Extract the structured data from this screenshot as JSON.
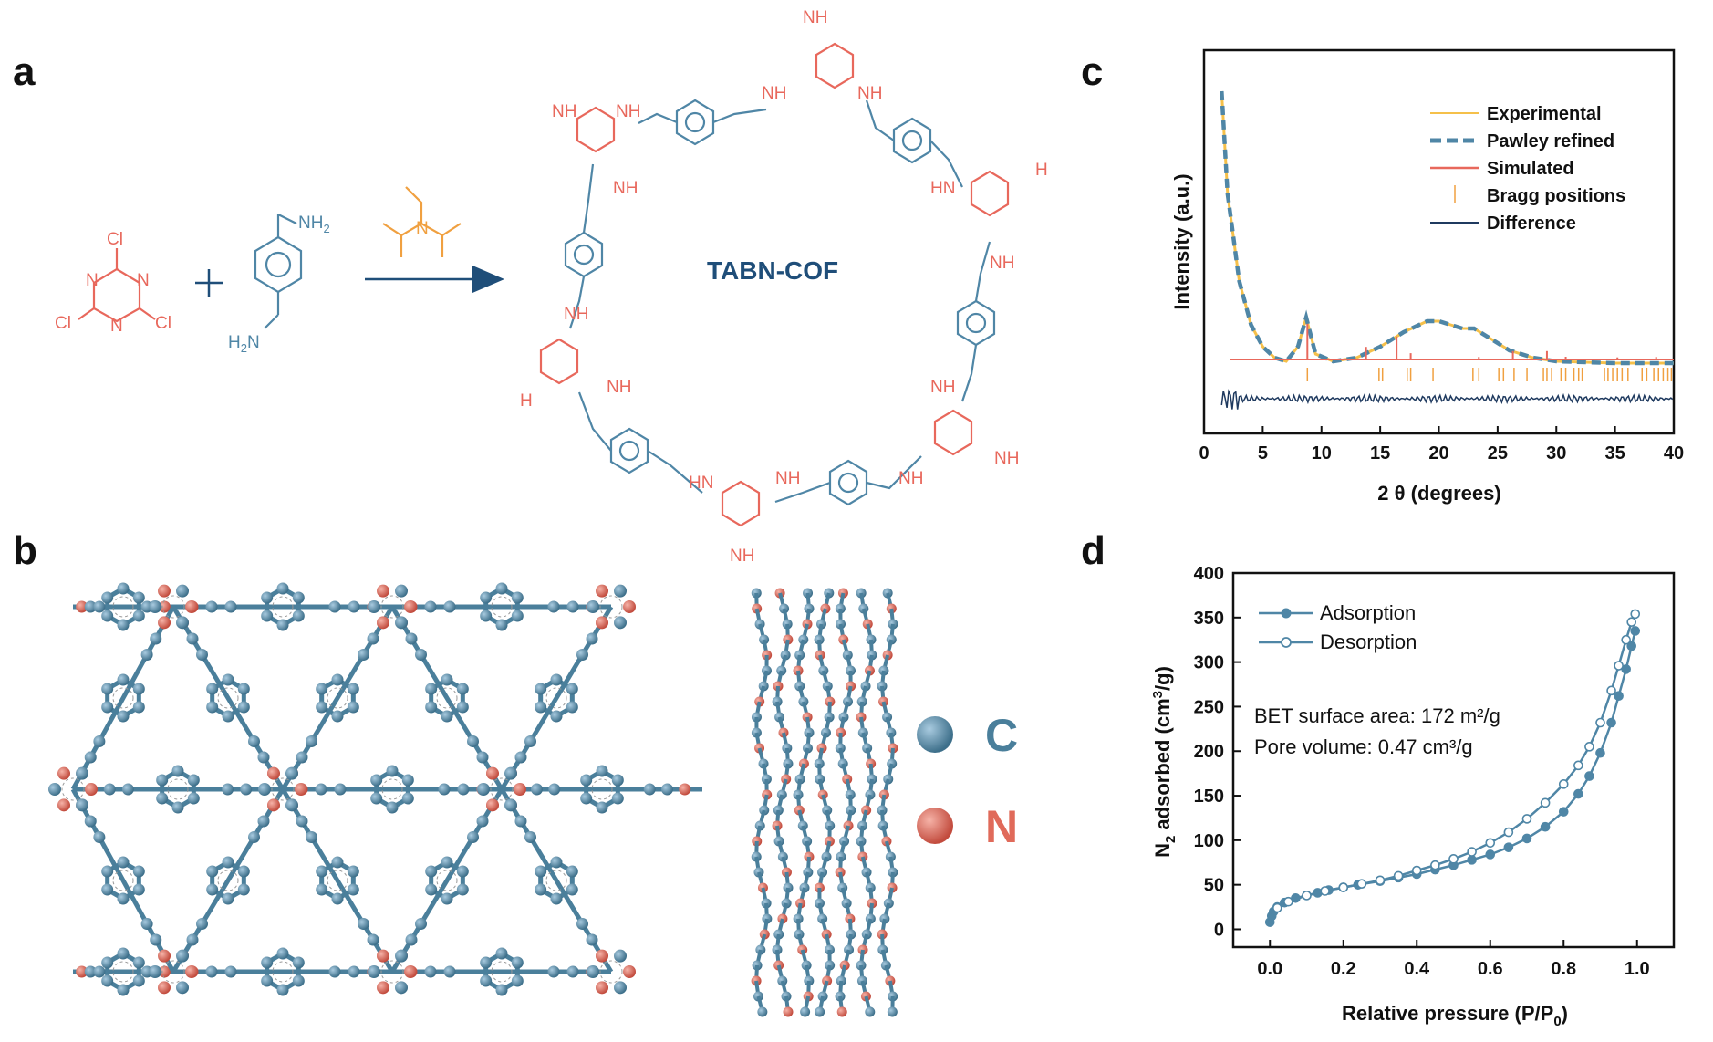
{
  "panels": {
    "a": {
      "letter": "a",
      "cof_label": "TABN-COF",
      "atoms": {
        "cl": "Cl",
        "n": "N",
        "nh2": "NH",
        "h2n": "H",
        "sub2": "2",
        "nh": "NH",
        "hn": "HN",
        "h": "H"
      }
    },
    "b": {
      "letter": "b",
      "legend": [
        {
          "symbol": "C",
          "color": "#4a7f9b"
        },
        {
          "symbol": "N",
          "color": "#e06a5a"
        }
      ]
    },
    "c": {
      "letter": "c"
    },
    "d": {
      "letter": "d"
    }
  },
  "colors": {
    "accent_blue": "#4f86a6",
    "accent_red": "#e8685c",
    "orange": "#f0a040",
    "navy": "#1f4e79"
  },
  "chart_data": [
    {
      "id": "c",
      "type": "line",
      "xlabel": "2 θ (degrees)",
      "ylabel": "Intensity (a.u.)",
      "xlim": [
        0,
        40
      ],
      "xticks": [
        0,
        5,
        10,
        15,
        20,
        25,
        30,
        35,
        40
      ],
      "legend_position": "top-right",
      "series": [
        {
          "name": "Experimental",
          "color": "#f5c04a",
          "style": "solid",
          "x": [
            1.5,
            2,
            3,
            4,
            5,
            6,
            7,
            8,
            8.7,
            9.5,
            11,
            13,
            15,
            17,
            19,
            20,
            21,
            22,
            23,
            24,
            26,
            28,
            30,
            35,
            40
          ],
          "y": [
            100,
            72,
            48,
            36,
            30,
            27,
            26,
            30,
            38,
            28,
            26,
            27,
            30,
            34,
            37,
            37,
            36,
            35,
            35,
            33,
            29,
            27,
            26,
            25.5,
            25.5
          ]
        },
        {
          "name": "Pawley refined",
          "color": "#4f86a6",
          "style": "dashed",
          "x": [
            1.5,
            2,
            3,
            4,
            5,
            6,
            7,
            8,
            8.7,
            9.5,
            11,
            13,
            15,
            17,
            19,
            20,
            21,
            22,
            23,
            24,
            26,
            28,
            30,
            35,
            40
          ],
          "y": [
            100,
            72,
            48,
            36,
            30,
            27,
            26,
            30,
            38,
            28,
            26,
            27,
            30,
            34,
            37,
            37,
            36,
            35,
            35,
            33,
            29,
            27,
            26,
            25.5,
            25.5
          ]
        },
        {
          "name": "Simulated",
          "color": "#e8685c",
          "style": "solid",
          "peaks": [
            {
              "x": 8.8,
              "h": 17
            },
            {
              "x": 13.8,
              "h": 6
            },
            {
              "x": 16.4,
              "h": 11
            },
            {
              "x": 17.6,
              "h": 3
            },
            {
              "x": 23.4,
              "h": 1.2
            },
            {
              "x": 26.3,
              "h": 4
            },
            {
              "x": 29.2,
              "h": 4
            },
            {
              "x": 30.8,
              "h": 1.3
            },
            {
              "x": 35.2,
              "h": 1
            },
            {
              "x": 38.5,
              "h": 1.2
            }
          ]
        },
        {
          "name": "Bragg positions",
          "color": "#f0a040",
          "style": "ticks",
          "x": [
            8.8,
            14.9,
            15.2,
            17.3,
            17.6,
            19.5,
            22.9,
            23.4,
            25.1,
            25.5,
            26.4,
            27.5,
            28.9,
            29.2,
            29.6,
            30.4,
            30.8,
            31.5,
            31.9,
            32.2,
            34.1,
            34.4,
            34.8,
            35.2,
            35.6,
            36.1,
            37.3,
            37.7,
            38.3,
            38.7,
            39.1,
            39.5,
            39.8
          ]
        },
        {
          "name": "Difference",
          "color": "#1f3a5f",
          "style": "solid",
          "x": [
            1.5,
            40
          ],
          "y": [
            0,
            0
          ]
        }
      ]
    },
    {
      "id": "d",
      "type": "line",
      "xlabel": "Relative pressure (P/P",
      "xlabel_sub": "0",
      "xlabel_end": ")",
      "ylabel_pre": "N",
      "ylabel_sub": "2",
      "ylabel_mid": " adsorbed (cm",
      "ylabel_sup": "3",
      "ylabel_end": "/g)",
      "xlim": [
        -0.1,
        1.1
      ],
      "ylim": [
        -20,
        400
      ],
      "xticks": [
        0.0,
        0.2,
        0.4,
        0.6,
        0.8,
        1.0
      ],
      "xtick_labels": [
        "0.0",
        "0.2",
        "0.4",
        "0.6",
        "0.8",
        "1.0"
      ],
      "yticks": [
        0,
        50,
        100,
        150,
        200,
        250,
        300,
        350,
        400
      ],
      "legend_position": "top-left",
      "annotations": [
        "BET surface area: 172 m²/g",
        "Pore volume: 0.47 cm³/g"
      ],
      "series": [
        {
          "name": "Adsorption",
          "color": "#4f86a6",
          "marker": "filled",
          "x": [
            0.0,
            0.005,
            0.01,
            0.02,
            0.04,
            0.07,
            0.1,
            0.13,
            0.16,
            0.2,
            0.24,
            0.3,
            0.35,
            0.4,
            0.45,
            0.5,
            0.55,
            0.6,
            0.65,
            0.7,
            0.75,
            0.8,
            0.84,
            0.87,
            0.9,
            0.93,
            0.95,
            0.97,
            0.985,
            0.995
          ],
          "y": [
            8,
            15,
            20,
            25,
            30,
            35,
            38,
            41,
            44,
            47,
            50,
            54,
            58,
            62,
            67,
            72,
            78,
            84,
            92,
            102,
            115,
            132,
            152,
            172,
            198,
            232,
            262,
            292,
            318,
            335
          ]
        },
        {
          "name": "Desorption",
          "color": "#4f86a6",
          "marker": "open",
          "x": [
            0.995,
            0.985,
            0.97,
            0.95,
            0.93,
            0.9,
            0.87,
            0.84,
            0.8,
            0.75,
            0.7,
            0.65,
            0.6,
            0.55,
            0.5,
            0.45,
            0.4,
            0.35,
            0.3,
            0.25,
            0.2,
            0.15,
            0.1,
            0.05,
            0.02
          ],
          "y": [
            354,
            345,
            325,
            296,
            268,
            232,
            205,
            184,
            163,
            142,
            124,
            109,
            97,
            87,
            79,
            72,
            66,
            60,
            55,
            51,
            47,
            43,
            38,
            31,
            24
          ]
        }
      ]
    }
  ]
}
